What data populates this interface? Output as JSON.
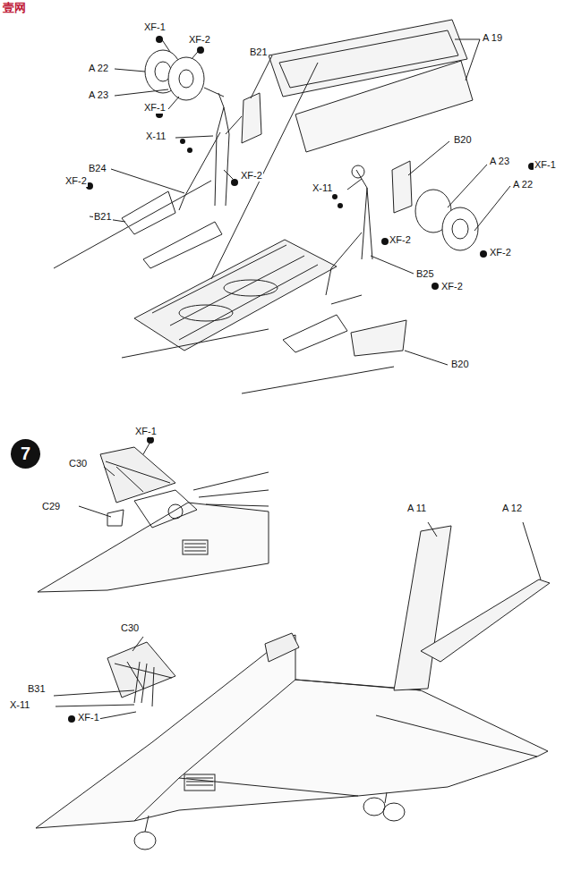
{
  "diagram": {
    "nodes": [
      {
        "text": [
          "7"
        ]
      }
    ],
    "labels": [
      "壹网",
      "XF-1",
      "XF-2",
      "A 22",
      "A 23",
      "XF-1",
      "B21",
      "A 19",
      "X-11",
      "B24",
      "XF-2",
      "XF-2",
      "B21",
      "B20",
      "A 23",
      "XF-1",
      "A 22",
      "X-11",
      "XF-2",
      "XF-2",
      "B25",
      "XF-2",
      "B20",
      "XF-1",
      "C30",
      "C29",
      "A 11",
      "A 12",
      "C30",
      "B31",
      "X-11",
      "XF-1"
    ]
  }
}
